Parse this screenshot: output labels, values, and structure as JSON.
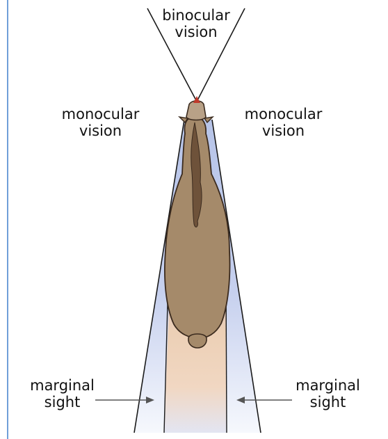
{
  "labels": {
    "binocular": {
      "line1": "binocular",
      "line2": "vision"
    },
    "monocular_left": {
      "line1": "monocular",
      "line2": "vision"
    },
    "monocular_right": {
      "line1": "monocular",
      "line2": "vision"
    },
    "marginal_left": {
      "line1": "marginal",
      "line2": "sight"
    },
    "marginal_right": {
      "line1": "marginal",
      "line2": "sight"
    }
  },
  "colors": {
    "field_blue": "#a9b8e0",
    "field_peach": "#efcdb0",
    "horse_body": "#a58a6a",
    "horse_outline": "#3a2a1e",
    "nose_red": "#c0392b",
    "edge_line": "#1a1a1a",
    "arrow_gray": "#555555",
    "frame_blue": "#6f9fd8"
  }
}
